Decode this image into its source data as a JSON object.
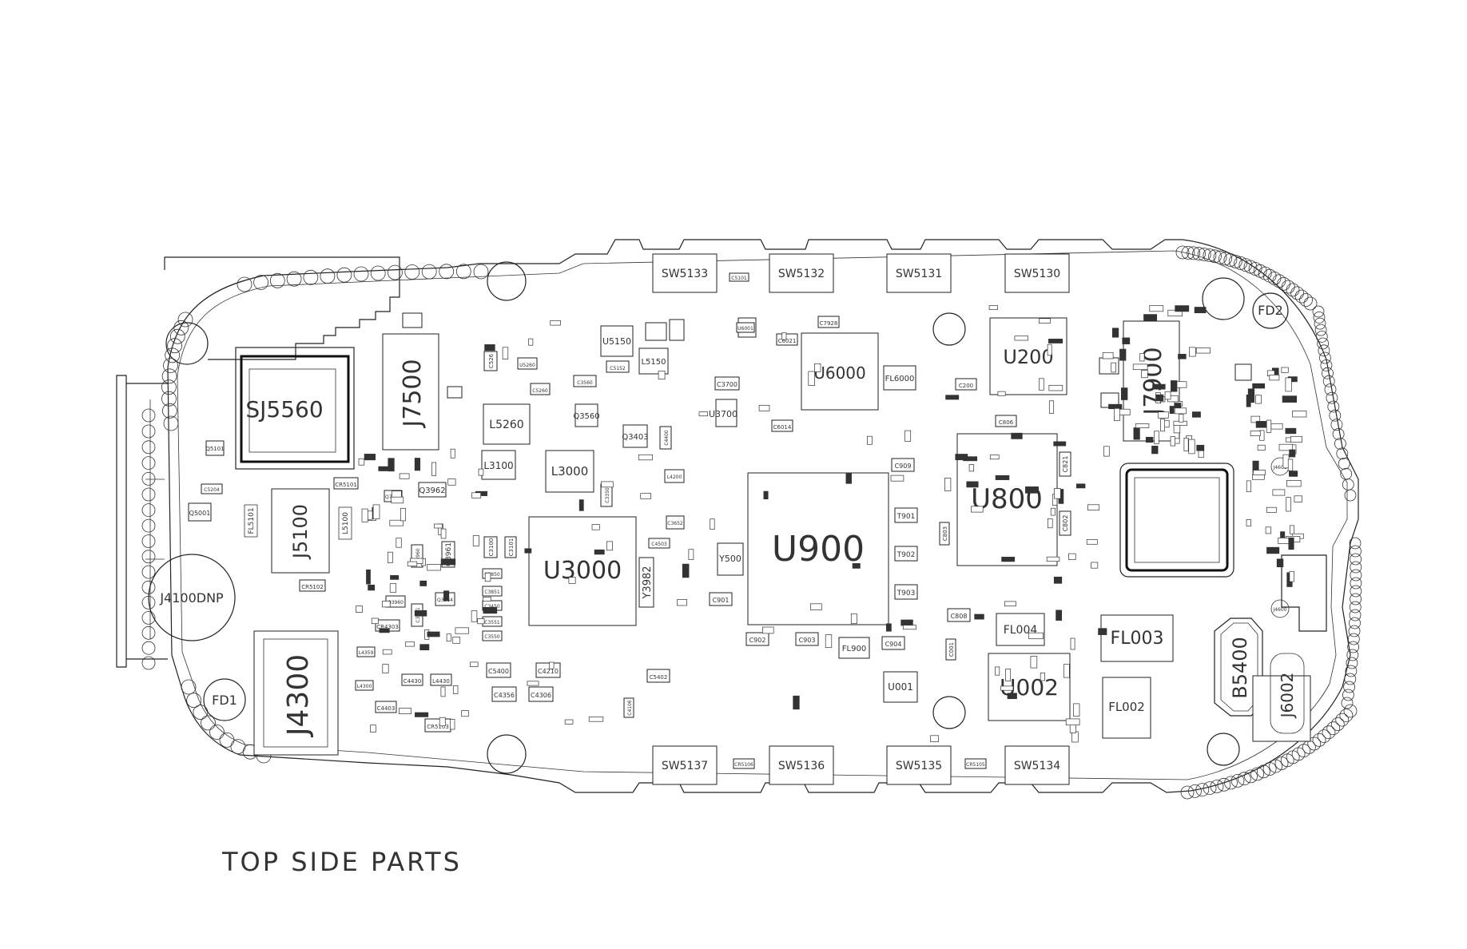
{
  "caption": "TOP SIDE PARTS",
  "large_labels": {
    "sj5560": "SJ5560",
    "j7500": "J7500",
    "u5150": "U5150",
    "l5150": "L5150",
    "l5260": "L5260",
    "l3100": "L3100",
    "l3000": "L3000",
    "q3560": "Q3560",
    "q3403": "Q3403",
    "u3000": "U3000",
    "y3982": "Y3982",
    "u6000": "U6000",
    "fl6000": "FL6000",
    "u900": "U900",
    "y500": "Y500",
    "u200": "U200",
    "u800": "U800",
    "j7900": "J7900",
    "fd2": "FD2",
    "fd1": "FD1",
    "j5100": "J5100",
    "j4100dnp": "J4100DNP",
    "j4300": "J4300",
    "u3700": "U3700",
    "fl004": "FL004",
    "fl003": "FL003",
    "fl002": "FL002",
    "u002": "U002",
    "u001": "U001",
    "fl900": "FL900",
    "b5400": "B5400",
    "j6002": "J6002",
    "fl5101": "FL5101",
    "l5100": "L5100",
    "q3962": "Q3962",
    "q3961": "Q3961"
  },
  "switches_top": [
    "SW5133",
    "SW5132",
    "SW5131",
    "SW5130"
  ],
  "switches_bottom": [
    "SW5137",
    "SW5136",
    "SW5135",
    "SW5134"
  ],
  "small_labels": {
    "t901": "T901",
    "t902": "T902",
    "t903": "T903",
    "c901": "C901",
    "c902": "C902",
    "c903": "C903",
    "c904": "C904",
    "c909": "C909",
    "c3700": "C3700",
    "c6021": "C6021",
    "c7928": "C7928",
    "c6014": "C6014",
    "c200": "C200",
    "c806": "C806",
    "c808": "C808",
    "c821": "C821",
    "c802": "C802",
    "c803": "C803",
    "c5400": "C5400",
    "c4210": "C4210",
    "c4356": "C4356",
    "c4306": "C4306",
    "c4430": "C4430",
    "l4430": "L4430",
    "c4403": "C4403",
    "cr5103": "CR5103",
    "cr5102": "CR5102",
    "cr5101": "CR5101",
    "cr4303": "CR4303",
    "c5204": "C5204",
    "q5101": "Q5101",
    "q5001": "Q5001",
    "c5260": "C5260",
    "c5152": "C5152",
    "c3560": "C3560",
    "c526": "C526",
    "u5260": "U5260",
    "c3100": "C3100",
    "c3101": "C3101",
    "c3850": "C3850",
    "c3851": "C3851",
    "c3450": "C3450",
    "c3550": "C3550",
    "c3551": "C3551",
    "c4503": "C4503",
    "c3652": "C3652",
    "l4200": "L4200",
    "c3350": "C3350",
    "c4400": "C4400",
    "c5402": "C5402",
    "c4106": "C4106",
    "q7961": "Q7961",
    "q3964": "Q3964",
    "q3960": "Q3960",
    "c3960": "C3960",
    "c3961": "C3961",
    "j4601": "J4601",
    "j4600": "J4600",
    "l4359": "L4359",
    "l4300": "L4300",
    "u6001": "U6001",
    "cr5105": "CR5105",
    "cr5106": "CR5106",
    "c5101": "C5101",
    "c001": "C001"
  }
}
